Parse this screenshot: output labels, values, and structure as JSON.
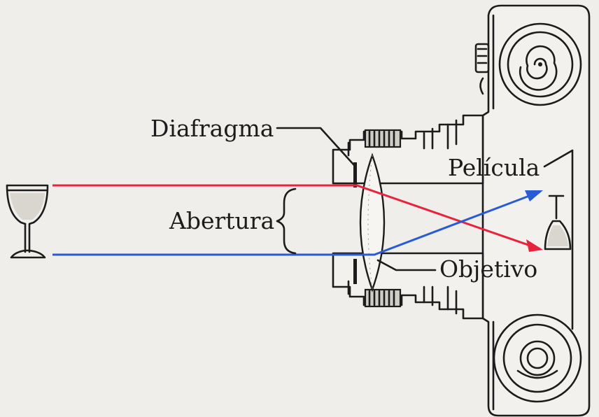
{
  "labels": {
    "diaphragm": "Diafragma",
    "aperture": "Abertura",
    "film": "Película",
    "objective": "Objetivo"
  },
  "colors": {
    "background": "#efeeea",
    "ink": "#1c1c1c",
    "ray_top": "#e8243c",
    "ray_bottom": "#2a5bd7"
  },
  "rays": [
    {
      "name": "top",
      "color": "#e8243c"
    },
    {
      "name": "bottom",
      "color": "#2a5bd7"
    }
  ]
}
